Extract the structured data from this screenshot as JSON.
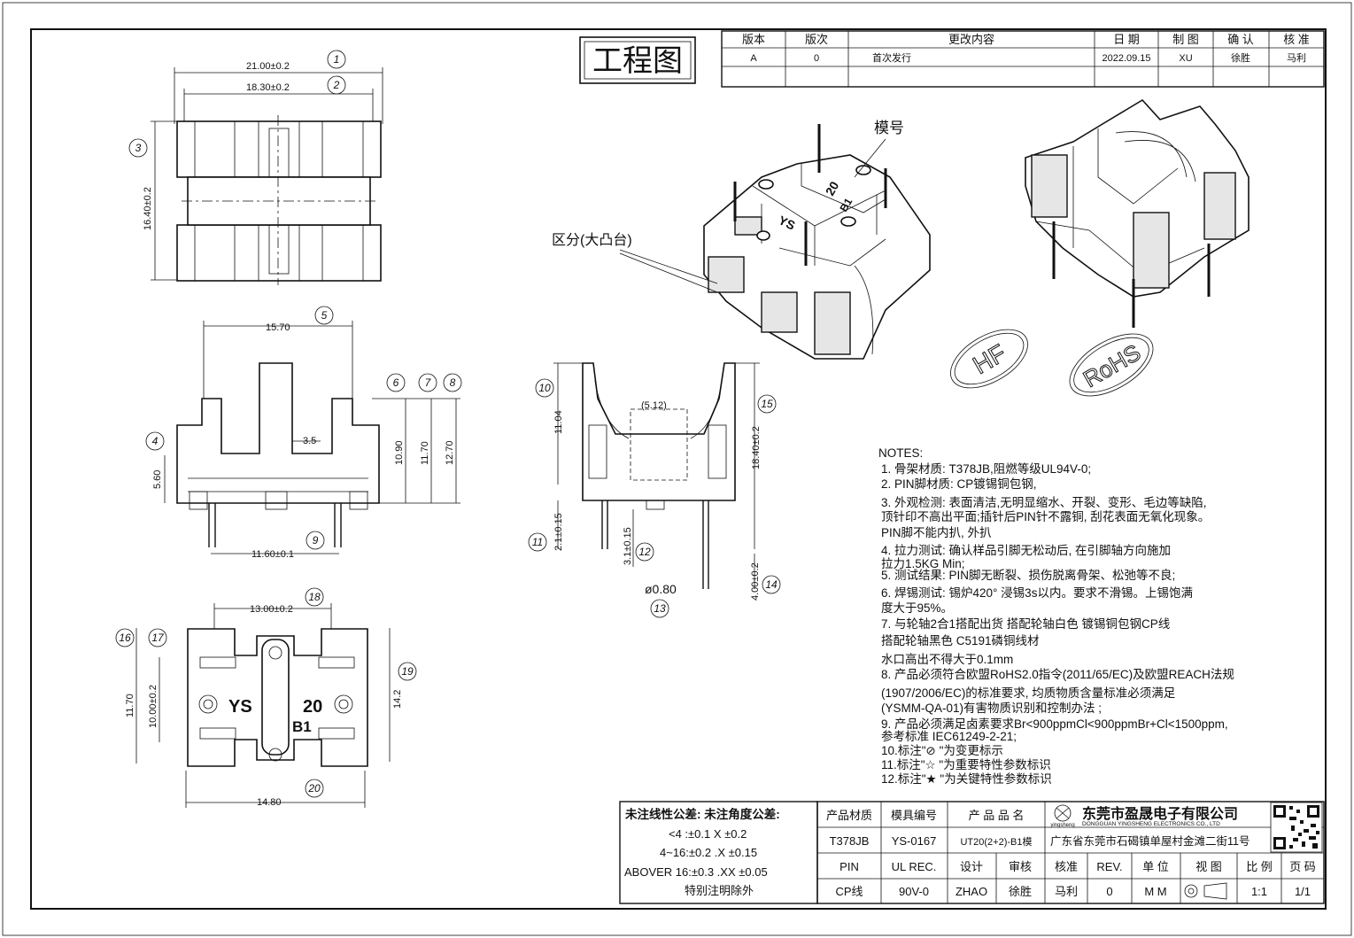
{
  "title": "工程图",
  "revision_table": {
    "headers": [
      "版本",
      "版次",
      "更改内容",
      "日 期",
      "制 图",
      "确 认",
      "核 准"
    ],
    "rows": [
      [
        "A",
        "0",
        "首次发行",
        "2022.09.15",
        "XU",
        "徐胜",
        "马利"
      ]
    ]
  },
  "views": {
    "top": {
      "dims": [
        "21.00±0.2",
        "18.30±0.2",
        "16.40±0.2"
      ],
      "balloons": [
        "1",
        "2",
        "3"
      ]
    },
    "front": {
      "dims": [
        "15.70",
        "3.5",
        "5.60",
        "10.90",
        "11.70",
        "12.70",
        "11.60±0.1"
      ],
      "balloons": [
        "4",
        "5",
        "6",
        "7",
        "8",
        "9"
      ]
    },
    "side": {
      "dims": [
        "11.04",
        "(5.12)",
        "18.40±0.2",
        "2.1±0.15",
        "3.1±0.15",
        "ø0.80",
        "4.00±0.2"
      ],
      "balloons": [
        "10",
        "11",
        "12",
        "13",
        "14",
        "15"
      ]
    },
    "bottom": {
      "dims": [
        "13.00±0.2",
        "11.70",
        "10.00±0.2",
        "14.2",
        "14.80"
      ],
      "balloons": [
        "16",
        "17",
        "18",
        "19",
        "20"
      ],
      "markings": [
        "YS",
        "20",
        "B1"
      ]
    },
    "iso": {
      "callouts": [
        "模号",
        "区分(大凸台)"
      ],
      "markings": [
        "YS",
        "20",
        "B1"
      ]
    },
    "stamps": [
      "HF",
      "RoHS"
    ]
  },
  "notes": {
    "heading": "NOTES:",
    "lines": [
      "1.  骨架材质: T378JB,阻燃等级UL94V-0;",
      "2.  PIN脚材质: CP镀锡铜包钢,",
      "3.  外观检测: 表面清洁,无明显缩水、开裂、变形、毛边等缺陷,",
      "     顶针印不高出平面;插针后PIN针不露铜, 刮花表面无氧化现象。",
      "     PIN脚不能内扒, 外扒",
      "4.  拉力测试: 确认样品引脚无松动后, 在引脚轴方向施加",
      "     拉力1.5KG Min;",
      "5.  测试结果: PIN脚无断裂、损伤脱离骨架、松弛等不良;",
      "6.  焊锡测试: 锡炉420° 浸锡3s以内。要求不滑锡。上锡饱满",
      "     度大于95%。",
      "7.  与轮轴2合1搭配出货  搭配轮轴白色  镀锡铜包钢CP线",
      "                                   搭配轮轴黑色  C5191磷铜线材",
      "     水口高出不得大于0.1mm",
      "8.  产品必须符合欧盟RoHS2.0指令(2011/65/EC)及欧盟REACH法规",
      "     (1907/2006/EC)的标准要求, 均质物质含量标准必须满足",
      "     (YSMM-QA-01)有害物质识别和控制办法 ;",
      "9.  产品必须满足卤素要求Br<900ppmCl<900ppmBr+Cl<1500ppm,",
      "     参考标准 IEC61249-2-21;",
      "10.标注\"⊘  \"为变更标示",
      "11.标注\"☆  \"为重要特性参数标识",
      "12.标注\"★  \"为关键特性参数标识"
    ]
  },
  "tolerance": {
    "header": "未注线性公差:   未注角度公差:",
    "lines": [
      "<4  :±0.1   X ±0.2",
      "4~16:±0.2  .X ±0.15",
      "ABOVER 16:±0.3  .XX ±0.05",
      "特别注明除外"
    ]
  },
  "title_block": {
    "labels_row1": [
      "产品材质",
      "模具编号",
      "产 品 品 名"
    ],
    "values_row1": [
      "T378JB",
      "YS-0167",
      "UT20(2+2)-B1模"
    ],
    "labels_row3": [
      "PIN",
      "UL REC.",
      "设计",
      "审核",
      "核准",
      "REV.",
      "单 位",
      "视 图",
      "比 例",
      "页 码"
    ],
    "values_row4": [
      "CP线",
      "90V-0",
      "ZHAO",
      "徐胜",
      "马利",
      "0",
      "M M",
      "",
      "1:1",
      "1/1"
    ],
    "company_cn": "东莞市盈晟电子有限公司",
    "company_en": "DONGGUAN YINGSHENG ELECTRONICS CO., LTD",
    "address": "广东省东莞市石碣镇单屋村金滩二街11号",
    "logo_text": "yingsheng"
  }
}
